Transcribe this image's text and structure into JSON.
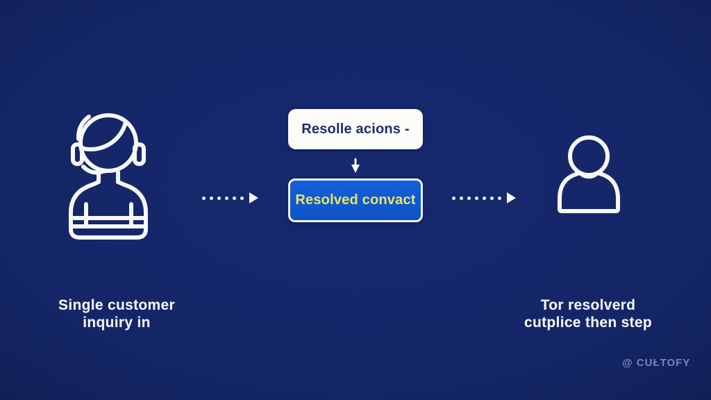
{
  "canvas": {
    "background_color": "#142667",
    "vignette_color": "#0c1a48"
  },
  "flow": {
    "left": {
      "icon": "support-agent-headset-icon",
      "icon_color": "#f7f8fb",
      "caption_line1": "Single customer",
      "caption_line2": "inquiry in"
    },
    "arrow_left": {
      "style": "dotted",
      "dots": 6,
      "direction": "right",
      "color": "#f2f4f8"
    },
    "center": {
      "top_box": {
        "label": "Resolle acions -",
        "background": "#fcfcf9",
        "text_color": "#1e2c6b"
      },
      "connector": {
        "style": "small-down-arrow",
        "color": "#f7f8fb"
      },
      "bottom_box": {
        "label": "Resolved convact",
        "background": "#0f56cd",
        "border_color": "#f2f3f6",
        "text_color": "#ede460"
      }
    },
    "arrow_right": {
      "style": "dotted",
      "dots": 7,
      "direction": "right",
      "color": "#f2f4f8"
    },
    "right": {
      "icon": "person-icon",
      "icon_color": "#f7f8fb",
      "caption_line1": "Tor resolverd",
      "caption_line2": "cutplice then step"
    }
  },
  "watermark": {
    "text": "@ CUŁTOFY",
    "color": "#7d86bd"
  }
}
